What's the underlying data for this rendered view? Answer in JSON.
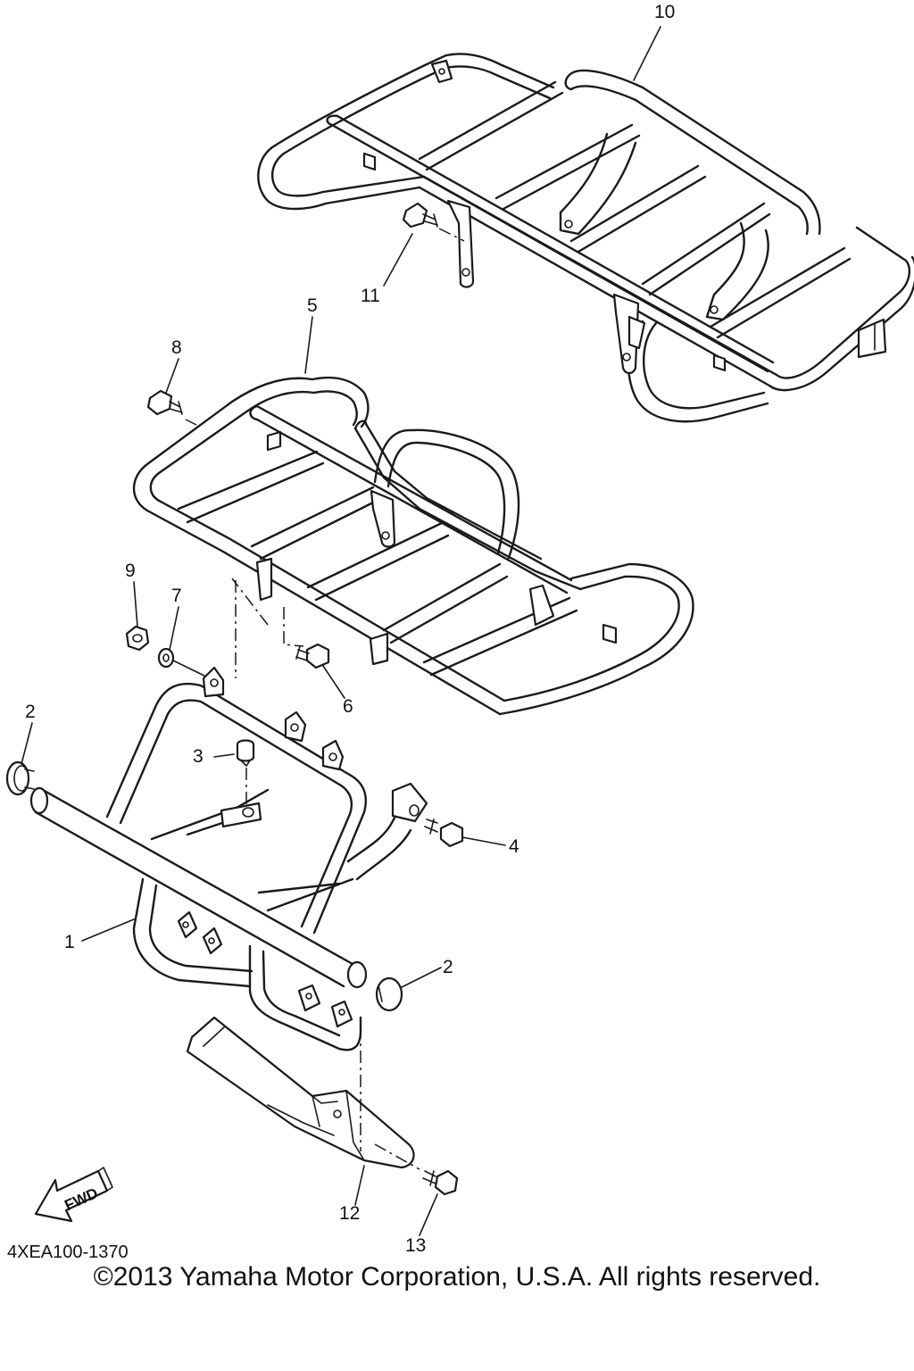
{
  "parts": {
    "p1": {
      "number": "1"
    },
    "p2a": {
      "number": "2"
    },
    "p2b": {
      "number": "2"
    },
    "p3": {
      "number": "3"
    },
    "p4": {
      "number": "4"
    },
    "p5": {
      "number": "5"
    },
    "p6": {
      "number": "6"
    },
    "p7": {
      "number": "7"
    },
    "p8": {
      "number": "8"
    },
    "p9": {
      "number": "9"
    },
    "p10": {
      "number": "10"
    },
    "p11": {
      "number": "11"
    },
    "p12": {
      "number": "12"
    },
    "p13": {
      "number": "13"
    }
  },
  "fwd_label": "FWD",
  "diagram_code": "4XEA100-1370",
  "copyright": "©2013 Yamaha Motor Corporation, U.S.A. All rights reserved."
}
